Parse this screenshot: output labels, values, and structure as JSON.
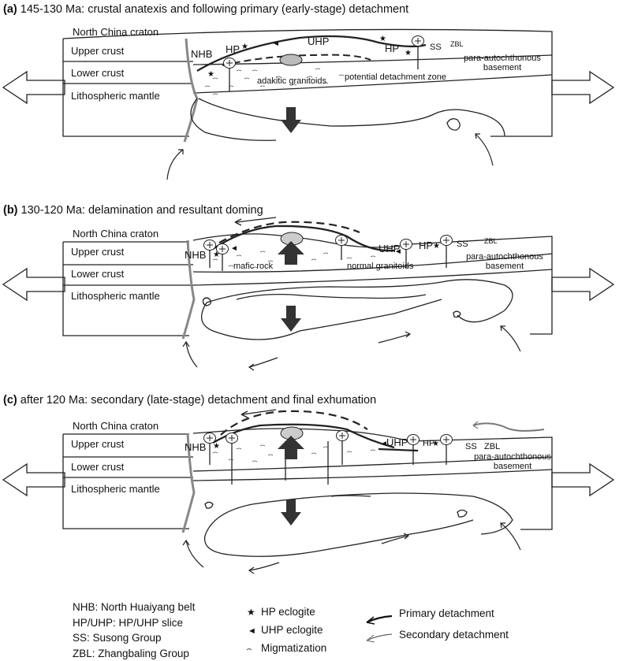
{
  "panels": [
    {
      "title_bold": "(a)",
      "title": " 145-130 Ma: crustal anatexis and following primary (early-stage) detachment",
      "craton": "North China craton",
      "layers": [
        "Upper crust",
        "Lower crust",
        "Lithospheric mantle"
      ],
      "nhb": "NHB",
      "hp": "HP",
      "uhp": "UHP",
      "hp2": "HP",
      "ss": "SS",
      "zbl": "ZBL",
      "basement": [
        "para-autochthonous",
        "basement"
      ],
      "label1": "adakitic granitoids",
      "label2": "potential detachment zone"
    },
    {
      "title_bold": "(b)",
      "title": " 130-120 Ma: delamination and resultant doming",
      "craton": "North China craton",
      "layers": [
        "Upper crust",
        "Lower crust",
        "Lithospheric mantle"
      ],
      "nhb": "NHB",
      "uhp": "UHP",
      "hp": "HP",
      "ss": "SS",
      "zbl": "ZBL",
      "basement": [
        "para-autochthonous",
        "basement"
      ],
      "label1": "mafic rock",
      "label2": "normal granitoids"
    },
    {
      "title_bold": "(c)",
      "title": " after 120 Ma: secondary (late-stage) detachment and final exhumation",
      "craton": "North China craton",
      "layers": [
        "Upper crust",
        "Lower crust",
        "Lithospheric mantle"
      ],
      "nhb": "NHB",
      "uhp": "UHP",
      "hp": "HP",
      "ss": "SS",
      "zbl": "ZBL",
      "basement": [
        "para-autochthonous",
        "basement"
      ]
    }
  ],
  "legend": {
    "abbreviations": [
      "NHB: North Huaiyang belt",
      "HP/UHP: HP/UHP slice",
      "SS: Susong Group",
      "ZBL: Zhangbaling Group"
    ],
    "symbols": [
      "HP eclogite",
      "UHP eclogite",
      "Migmatization"
    ],
    "lines": [
      "Primary detachment",
      "Secondary detachment"
    ]
  }
}
